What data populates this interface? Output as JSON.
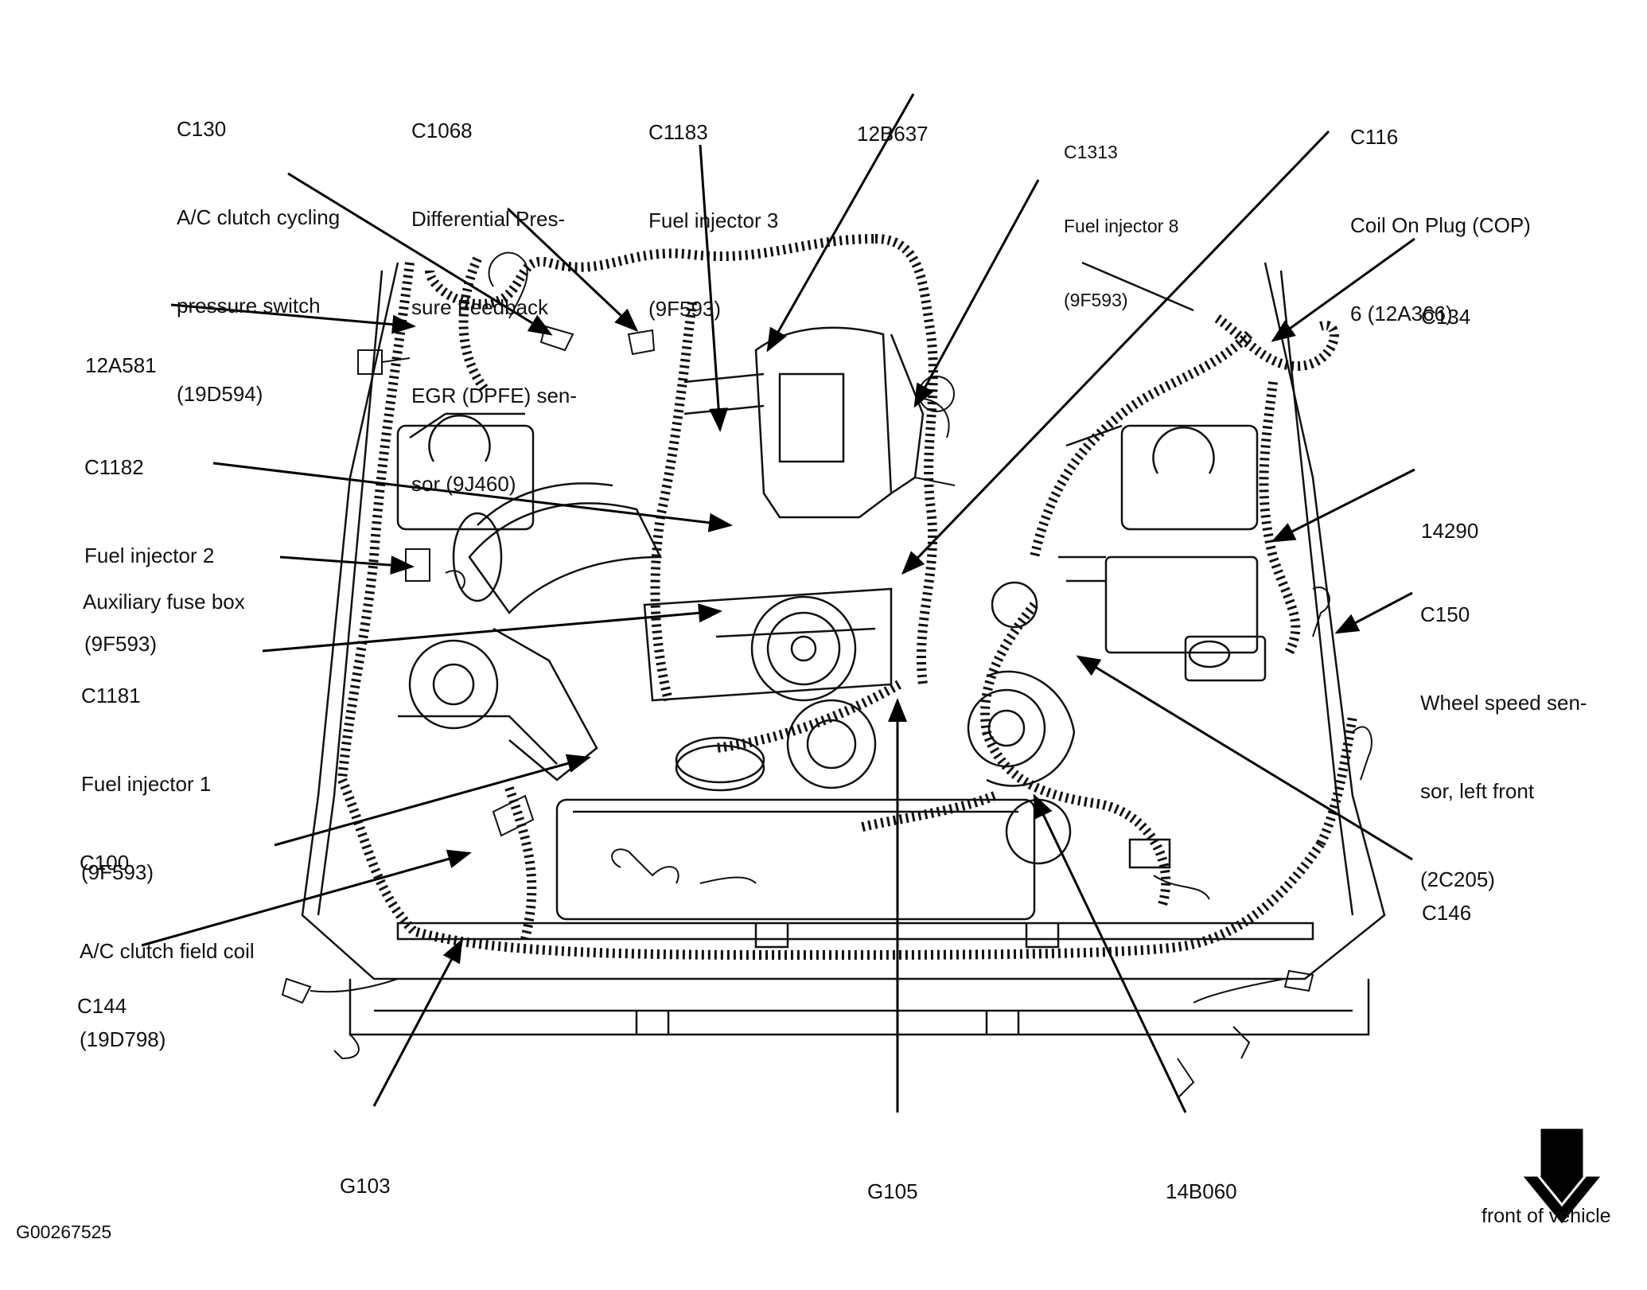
{
  "figure_id": "G00267525",
  "direction_caption": "front of vehicle",
  "callouts": [
    {
      "id": "c130",
      "lines": [
        "C130",
        "A/C clutch cycling",
        "pressure switch",
        "(19D594)"
      ]
    },
    {
      "id": "c1068",
      "lines": [
        "C1068",
        "Differential Pres-",
        "sure Feedback",
        "EGR (DPFE) sen-",
        "sor (9J460)"
      ]
    },
    {
      "id": "c1183",
      "lines": [
        "C1183",
        "Fuel injector 3",
        "(9F593)"
      ]
    },
    {
      "id": "12b637",
      "lines": [
        "12B637"
      ]
    },
    {
      "id": "c1313",
      "lines": [
        "C1313",
        "Fuel injector 8",
        "(9F593)"
      ]
    },
    {
      "id": "c116",
      "lines": [
        "C116",
        "Coil On Plug (COP)",
        "6 (12A366)"
      ]
    },
    {
      "id": "c134",
      "lines": [
        "C134"
      ]
    },
    {
      "id": "12a581",
      "lines": [
        "12A581"
      ]
    },
    {
      "id": "c1182",
      "lines": [
        "C1182",
        "Fuel injector 2",
        "(9F593)"
      ]
    },
    {
      "id": "14290",
      "lines": [
        "14290"
      ]
    },
    {
      "id": "aux-fuse",
      "lines": [
        "Auxiliary fuse box"
      ]
    },
    {
      "id": "c150",
      "lines": [
        "C150",
        "Wheel speed sen-",
        "sor, left front",
        "(2C205)"
      ]
    },
    {
      "id": "c1181",
      "lines": [
        "C1181",
        "Fuel injector 1",
        "(9F593)"
      ]
    },
    {
      "id": "c100",
      "lines": [
        "C100",
        "A/C clutch field coil",
        "(19D798)"
      ]
    },
    {
      "id": "c146",
      "lines": [
        "C146"
      ]
    },
    {
      "id": "c144",
      "lines": [
        "C144"
      ]
    },
    {
      "id": "g103",
      "lines": [
        "G103"
      ]
    },
    {
      "id": "g105",
      "lines": [
        "G105"
      ]
    },
    {
      "id": "14b060",
      "lines": [
        "14B060"
      ]
    }
  ]
}
